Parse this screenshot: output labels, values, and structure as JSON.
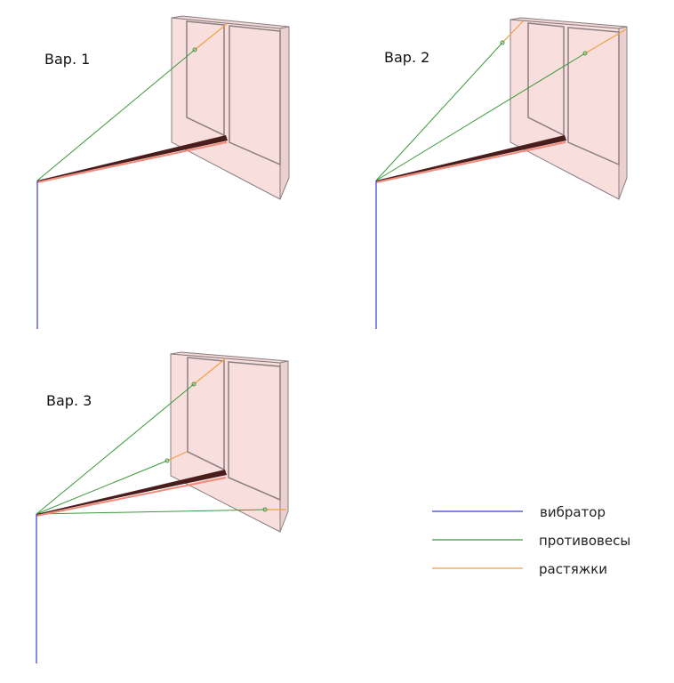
{
  "variants": [
    {
      "label": "Вар. 1"
    },
    {
      "label": "Вар. 2"
    },
    {
      "label": "Вар. 3"
    }
  ],
  "legend": [
    {
      "label": "вибратор",
      "color": "#3a3ad8"
    },
    {
      "label": "противовесы",
      "color": "#3c9a3c"
    },
    {
      "label": "растяжки",
      "color": "#f0a040"
    }
  ],
  "colors": {
    "window_fill": "#f9dede",
    "window_edge": "#8a7f80",
    "sill": "#4a1d1d",
    "sill_shadow": "#f28a7a"
  }
}
